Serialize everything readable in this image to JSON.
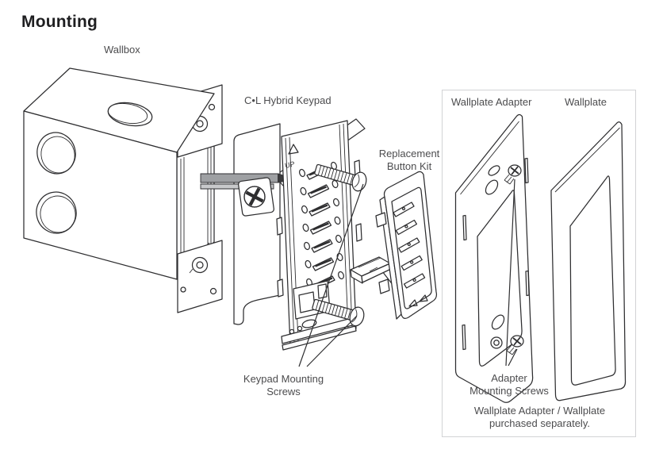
{
  "title": "Mounting",
  "labels": {
    "wallbox": "Wallbox",
    "keypad": "C•L Hybrid Keypad",
    "replacement_kit": {
      "line1": "Replacement",
      "line2": "Button Kit"
    },
    "keypad_screws": {
      "line1": "Keypad Mounting",
      "line2": "Screws"
    },
    "up_marking": "UP"
  },
  "panel": {
    "wallplate_adapter": "Wallplate Adapter",
    "wallplate": "Wallplate",
    "adapter_screws": {
      "line1": "Adapter",
      "line2": "Mounting Screws"
    },
    "note": {
      "line1": "Wallplate Adapter / Wallplate",
      "line2": "purchased separately."
    }
  },
  "colors": {
    "line": "#2e2e30",
    "text": "#4c4c4e",
    "title": "#1e1e20",
    "wire_shade": "#9ea0a3",
    "bracket_shade": "#b1b3b6",
    "panel_border": "#d2d3d5",
    "background": "#ffffff"
  }
}
